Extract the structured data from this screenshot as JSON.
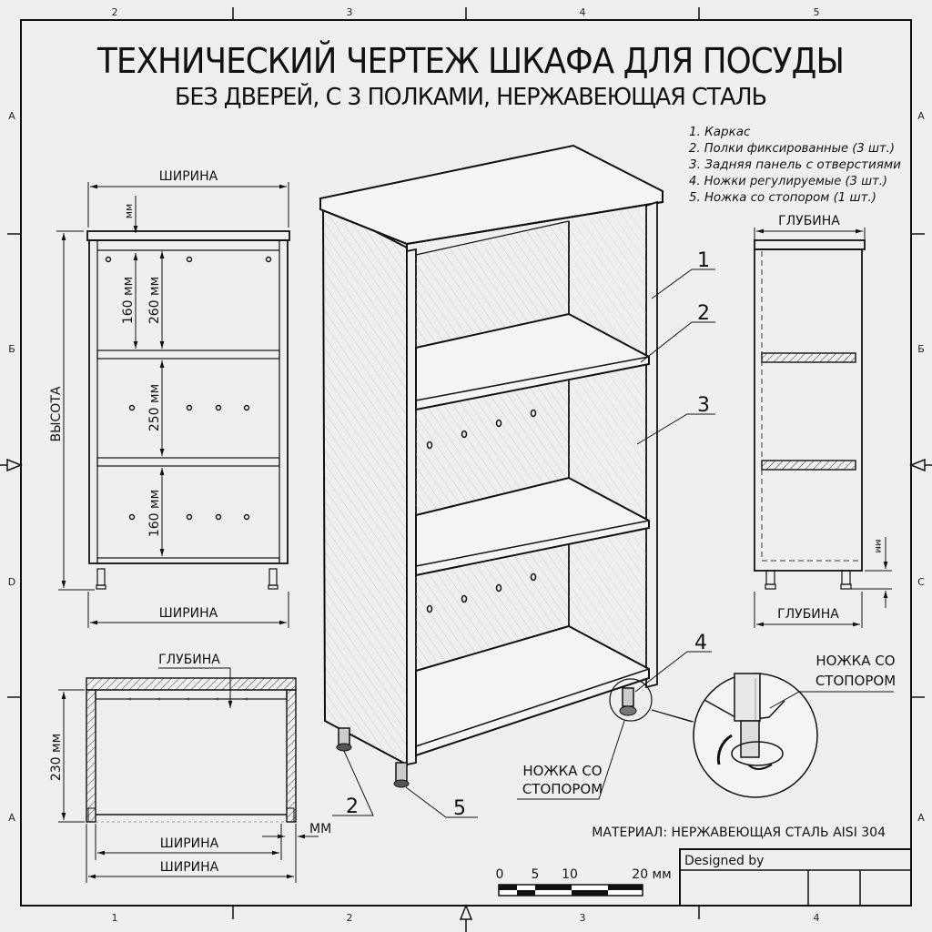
{
  "title": {
    "main": "ТЕХНИЧЕСКИЙ ЧЕРТЕЖ ШКАФА ДЛЯ ПОСУДЫ",
    "subtitle": "БЕЗ ДВЕРЕЙ, С 3 ПОЛКАМИ, НЕРЖАВЕЮЩАЯ СТАЛЬ"
  },
  "legend": {
    "items": [
      "1. Каркас",
      "2. Полки фиксированные (3 шт.)",
      "3. Задняя панель с отверстиями",
      "4. Ножки регулируемые (3 шт.)",
      "5. Ножка со стопором (1 шт.)"
    ]
  },
  "frame": {
    "top_zones": [
      "2",
      "3",
      "4",
      "5"
    ],
    "bottom_zones": [
      "1",
      "2",
      "3",
      "4"
    ],
    "left_zones": [
      "A",
      "Б",
      "D",
      "A"
    ],
    "right_zones": [
      "A",
      "Б",
      "C",
      "A"
    ]
  },
  "front_view": {
    "width_top": "ШИРИНА",
    "width_bottom": "ШИРИНА",
    "height": "ВЫСОТА",
    "top_gap": "мм",
    "dim_160_top": "160 мм",
    "dim_260": "260 мм",
    "dim_250": "250 мм",
    "dim_160_bottom": "160 мм"
  },
  "side_view": {
    "depth_top": "ГЛУБИНА",
    "depth_bottom": "ГЛУБИНА",
    "leg_dim": "мм"
  },
  "plan_view": {
    "depth": "ГЛУБИНА",
    "height": "230 мм",
    "inner_width": "ШИРИНА",
    "outer_width": "ШИРИНА",
    "wall": "ММ"
  },
  "iso_view": {
    "callouts": [
      "1",
      "2",
      "3",
      "4",
      "2",
      "5"
    ],
    "leg_label_line1": "НОЖКА СО",
    "leg_label_line2": "СТОПОРОМ"
  },
  "detail_view": {
    "label_line1": "НОЖКА СО",
    "label_line2": "СТОПОРОМ"
  },
  "material": "МАТЕРИАЛ: НЕРЖАВЕЮЩАЯ СТАЛЬ AISI 304",
  "scale_bar": {
    "labels": [
      "0",
      "5",
      "10",
      "20 мм"
    ]
  },
  "title_block": {
    "designed_by": "Designed by"
  }
}
